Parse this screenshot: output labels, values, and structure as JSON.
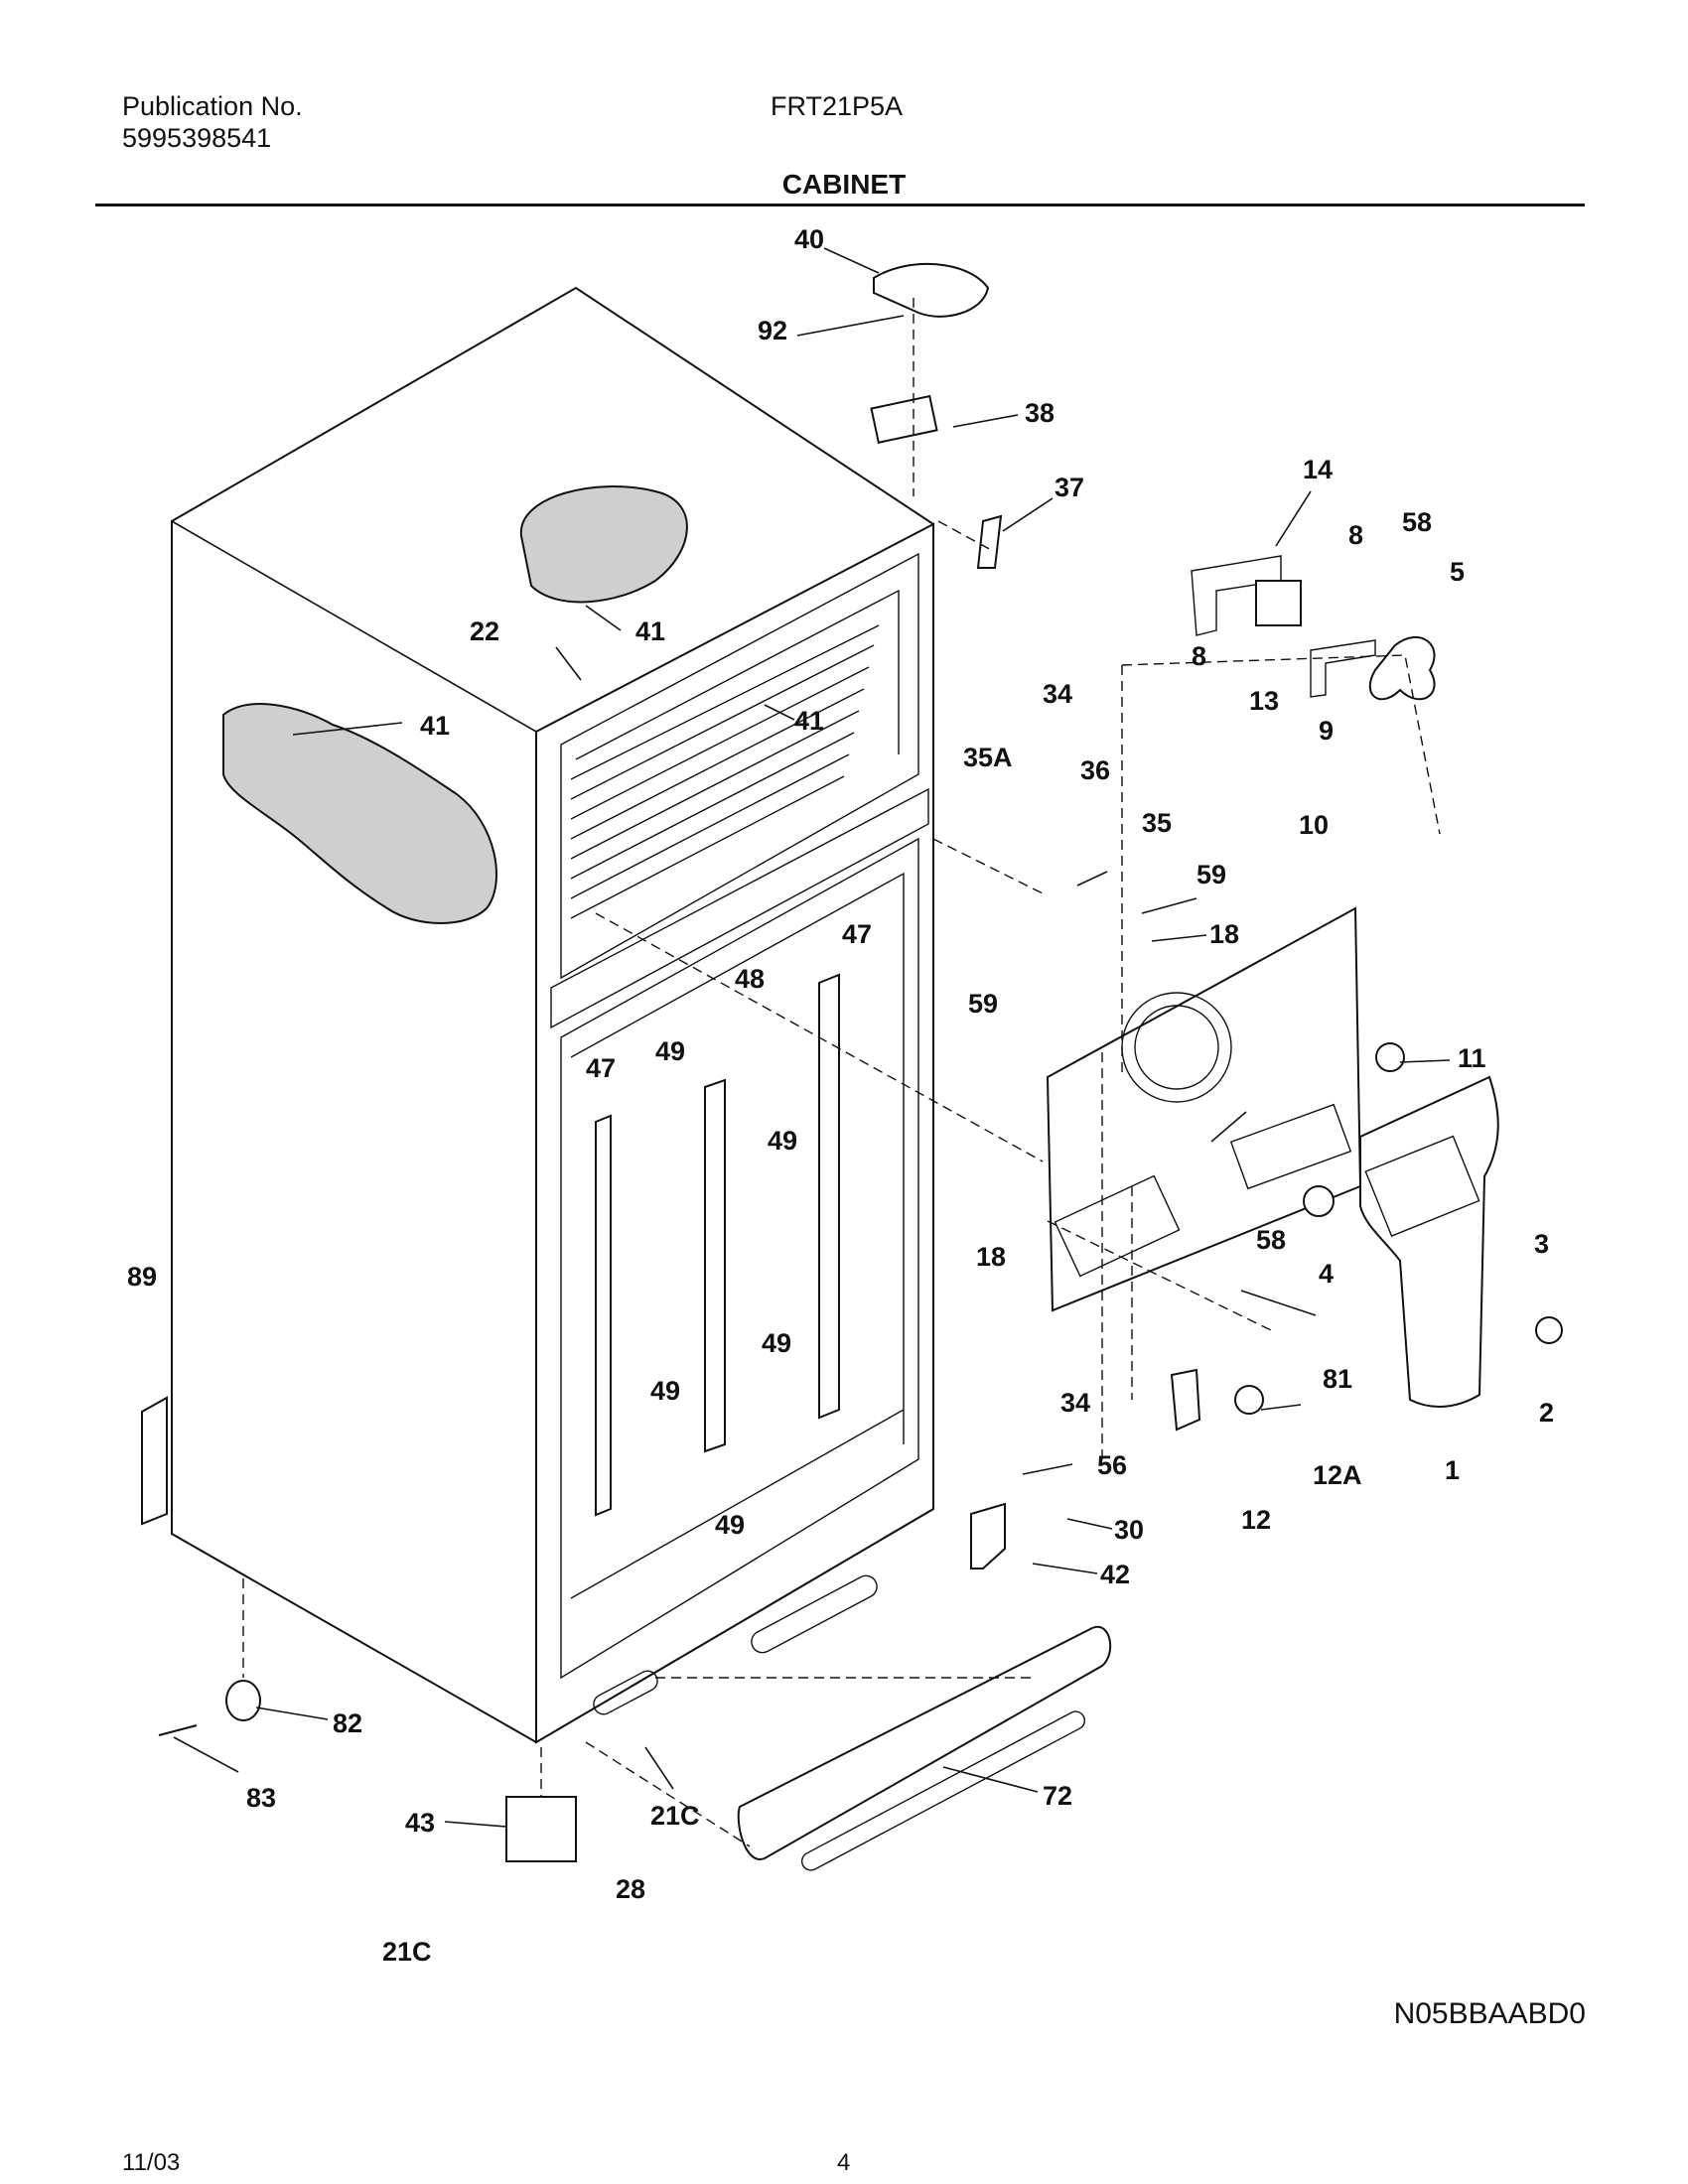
{
  "header": {
    "publication_label": "Publication No.",
    "publication_number": "5995398541",
    "model": "FRT21P5A"
  },
  "section_title": "CABINET",
  "diagram_code": "N05BBAABD0",
  "footer": {
    "date": "11/03",
    "page": "4"
  },
  "callouts": [
    "40",
    "92",
    "38",
    "37",
    "14",
    "8",
    "58",
    "5",
    "22",
    "41",
    "41",
    "41",
    "8",
    "13",
    "9",
    "34",
    "35A",
    "36",
    "35",
    "59",
    "10",
    "18",
    "59",
    "47",
    "48",
    "47",
    "49",
    "49",
    "11",
    "58",
    "3",
    "4",
    "18",
    "89",
    "49",
    "49",
    "81",
    "2",
    "34",
    "56",
    "12A",
    "1",
    "30",
    "12",
    "42",
    "49",
    "82",
    "83",
    "43",
    "21C",
    "72",
    "28",
    "21C"
  ]
}
